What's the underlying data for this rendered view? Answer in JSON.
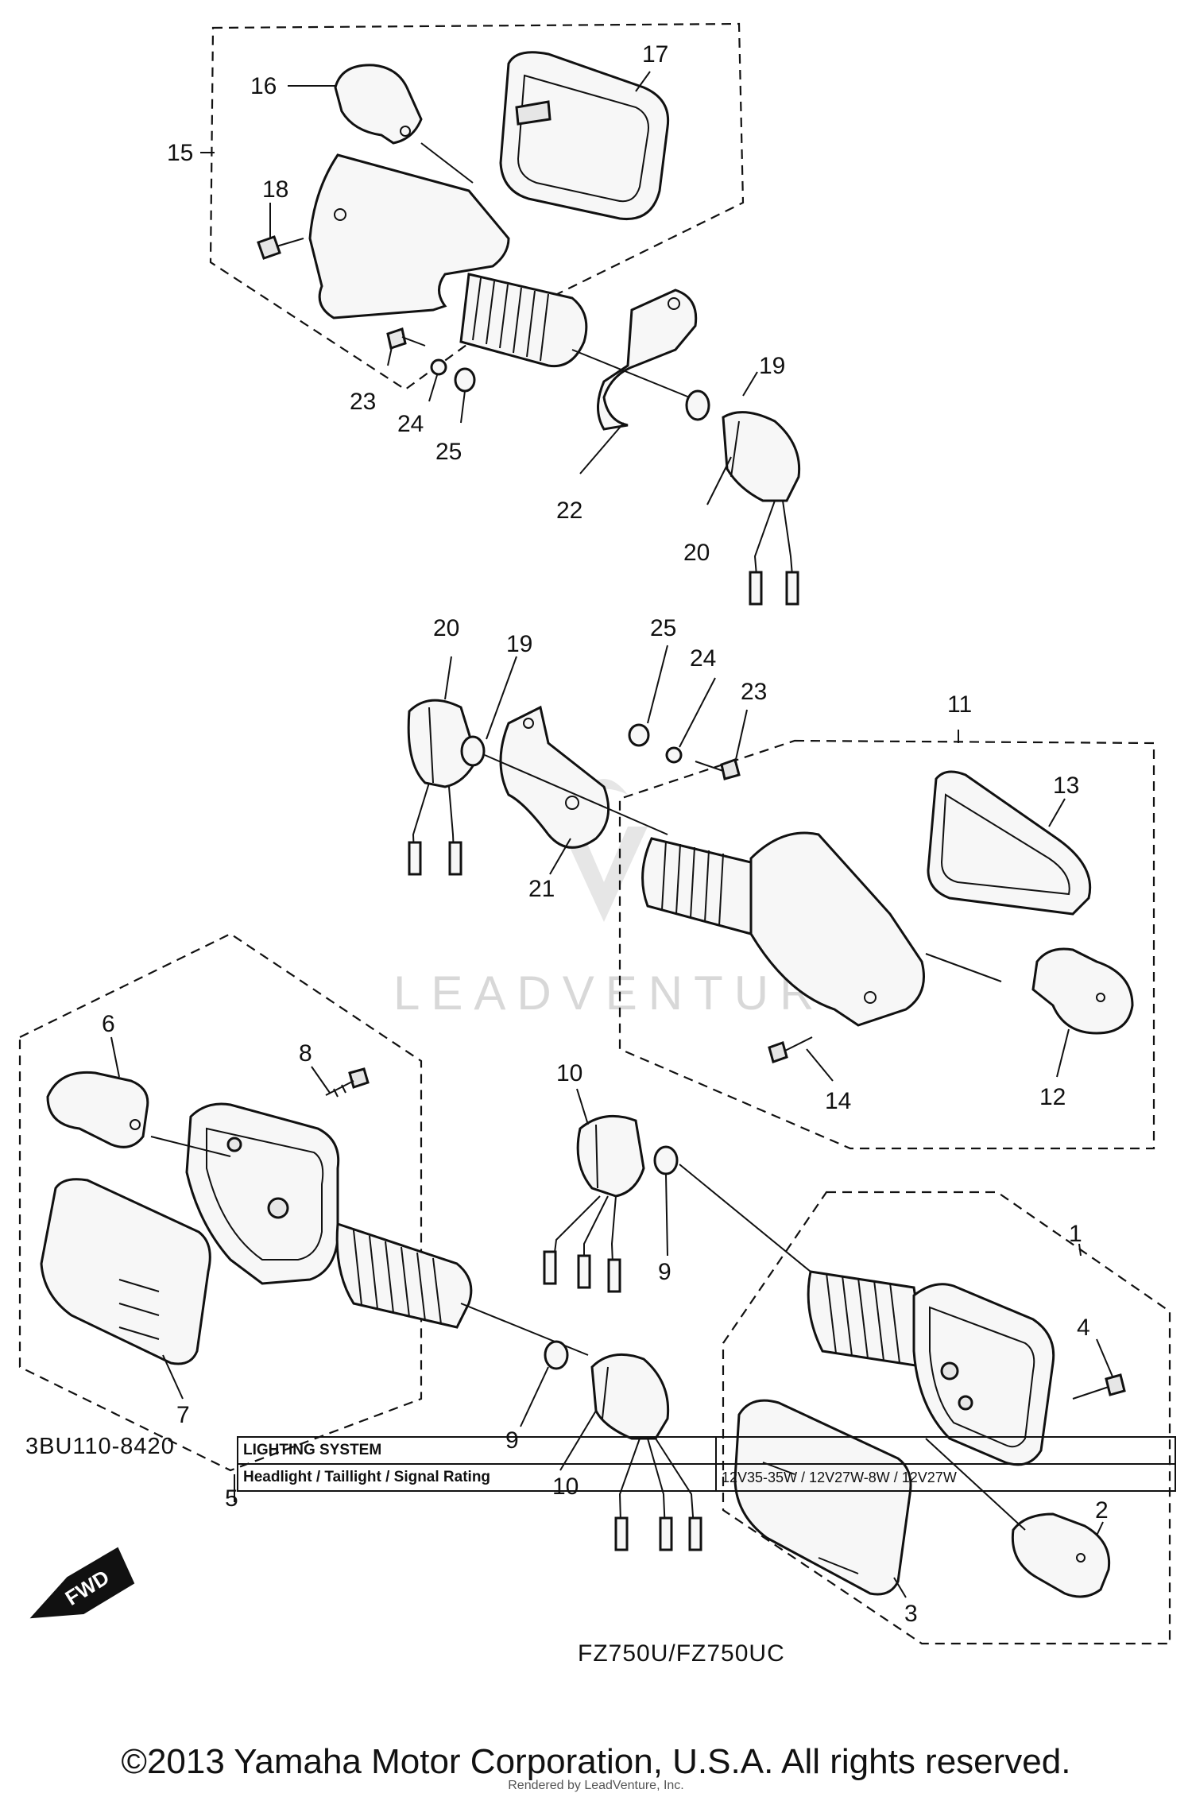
{
  "diagram": {
    "callouts": {
      "c1": "1",
      "c2": "2",
      "c3": "3",
      "c4": "4",
      "c5": "5",
      "c6": "6",
      "c7": "7",
      "c8": "8",
      "c9a": "9",
      "c9b": "9",
      "c10a": "10",
      "c10b": "10",
      "c11": "11",
      "c12": "12",
      "c13": "13",
      "c14": "14",
      "c15": "15",
      "c16": "16",
      "c17": "17",
      "c18": "18",
      "c19a": "19",
      "c19b": "19",
      "c20a": "20",
      "c20b": "20",
      "c21": "21",
      "c22": "22",
      "c23a": "23",
      "c23b": "23",
      "c24a": "24",
      "c24b": "24",
      "c25a": "25",
      "c25b": "25"
    },
    "watermark": "LEADVENTURE",
    "fwd_label": "FWD",
    "model_label": "FZ750U/FZ750UC"
  },
  "ref_code": "3BU110-8420",
  "spec_table": {
    "title": "LIGHTING SYSTEM",
    "row_label": "Headlight / Taillight / Signal Rating",
    "row_value": "12V35-35W / 12V27W-8W / 12V27W"
  },
  "copyright": "©2013 Yamaha Motor Corporation, U.S.A. All rights reserved.",
  "render_note": "Rendered by LeadVenture, Inc."
}
